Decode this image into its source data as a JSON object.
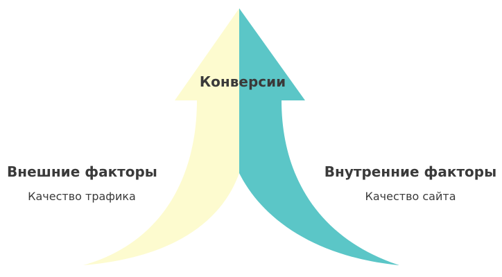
{
  "colors": {
    "left_arrow": "#fdfbcf",
    "right_arrow": "#5bc6c7",
    "text": "#3a3a3a"
  },
  "center": {
    "title": "Конверсии"
  },
  "left": {
    "title": "Внешние факторы",
    "subtitle": "Качество трафика"
  },
  "right": {
    "title": "Внутренние факторы",
    "subtitle": "Качество сайта"
  }
}
